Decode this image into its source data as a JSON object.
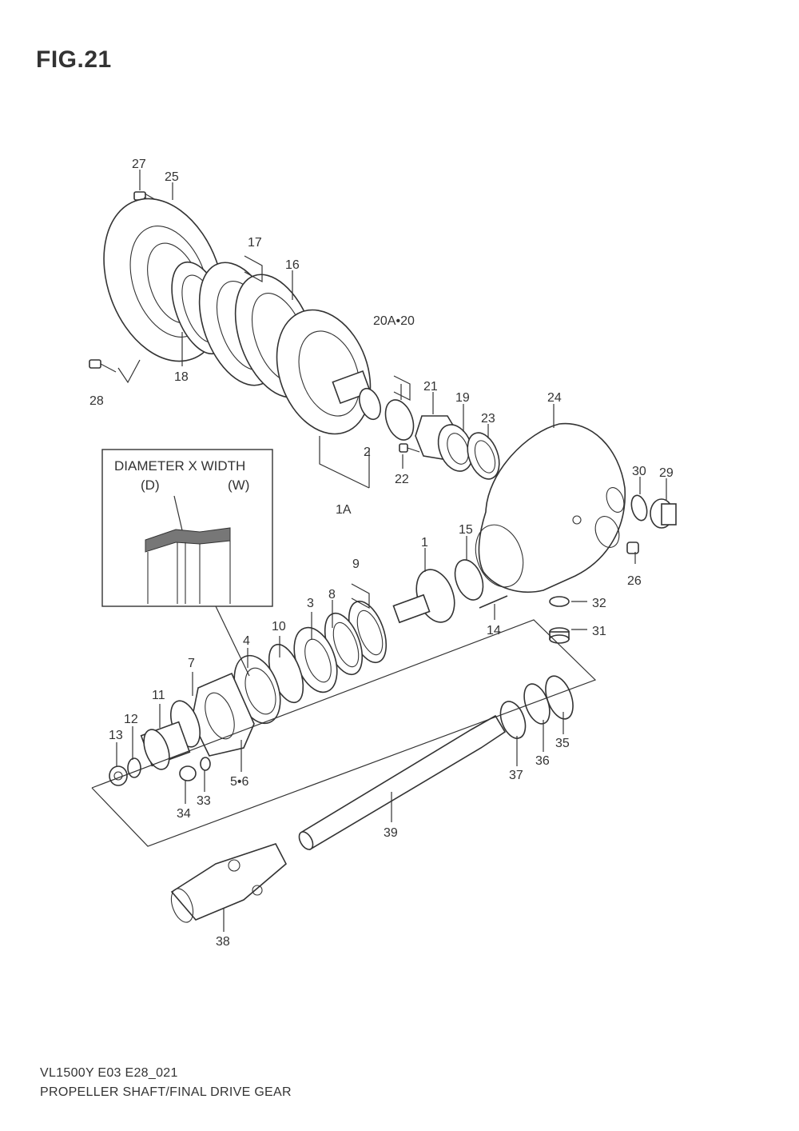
{
  "figure_title": "FIG.21",
  "inset": {
    "heading": "DIAMETER  X  WIDTH",
    "d_label": "(D)",
    "w_label": "(W)"
  },
  "labels": {
    "p27": "27",
    "p25": "25",
    "p17": "17",
    "p16": "16",
    "p20a20": "20A•20",
    "p18": "18",
    "p28": "28",
    "p21": "21",
    "p19": "19",
    "p23": "23",
    "p24": "24",
    "p2": "2",
    "p22": "22",
    "p1a": "1A",
    "p30": "30",
    "p29": "29",
    "p15": "15",
    "p1": "1",
    "p26": "26",
    "p9": "9",
    "p8": "8",
    "p3": "3",
    "p10": "10",
    "p4": "4",
    "p7": "7",
    "p11": "11",
    "p12": "12",
    "p13": "13",
    "p14": "14",
    "p32": "32",
    "p31": "31",
    "p35": "35",
    "p36": "36",
    "p37": "37",
    "p56": "5•6",
    "p33": "33",
    "p34": "34",
    "p39": "39",
    "p38": "38"
  },
  "footer": {
    "code": "VL1500Y  E03  E28_021",
    "description": "PROPELLER SHAFT/FINAL DRIVE GEAR"
  }
}
